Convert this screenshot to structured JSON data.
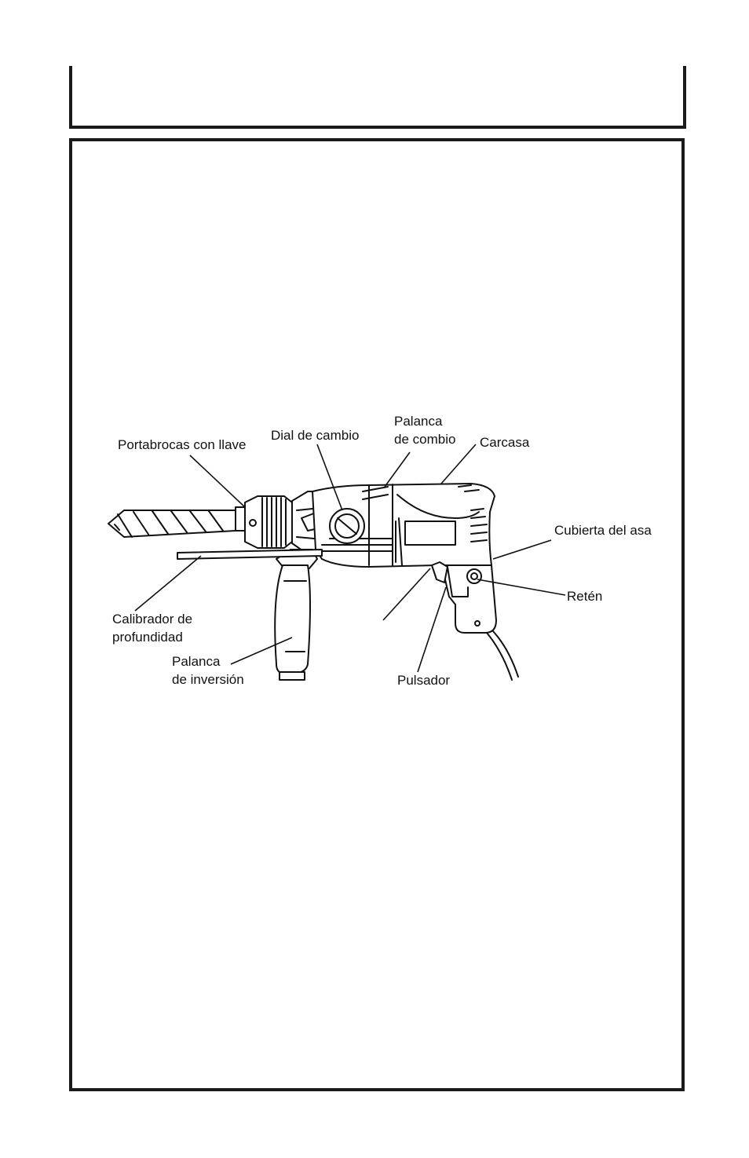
{
  "diagram": {
    "labels": {
      "portabrocas": "Portabrocas con llave",
      "dial": "Dial de cambio",
      "palanca_combio_1": "Palanca",
      "palanca_combio_2": "de combio",
      "carcasa": "Carcasa",
      "cubierta": "Cubierta del asa",
      "reten": "Retén",
      "calibrador_1": "Calibrador de",
      "calibrador_2": "profundidad",
      "palanca_inversion_1": "Palanca",
      "palanca_inversion_2": "de inversión",
      "pulsador": "Pulsador"
    }
  }
}
